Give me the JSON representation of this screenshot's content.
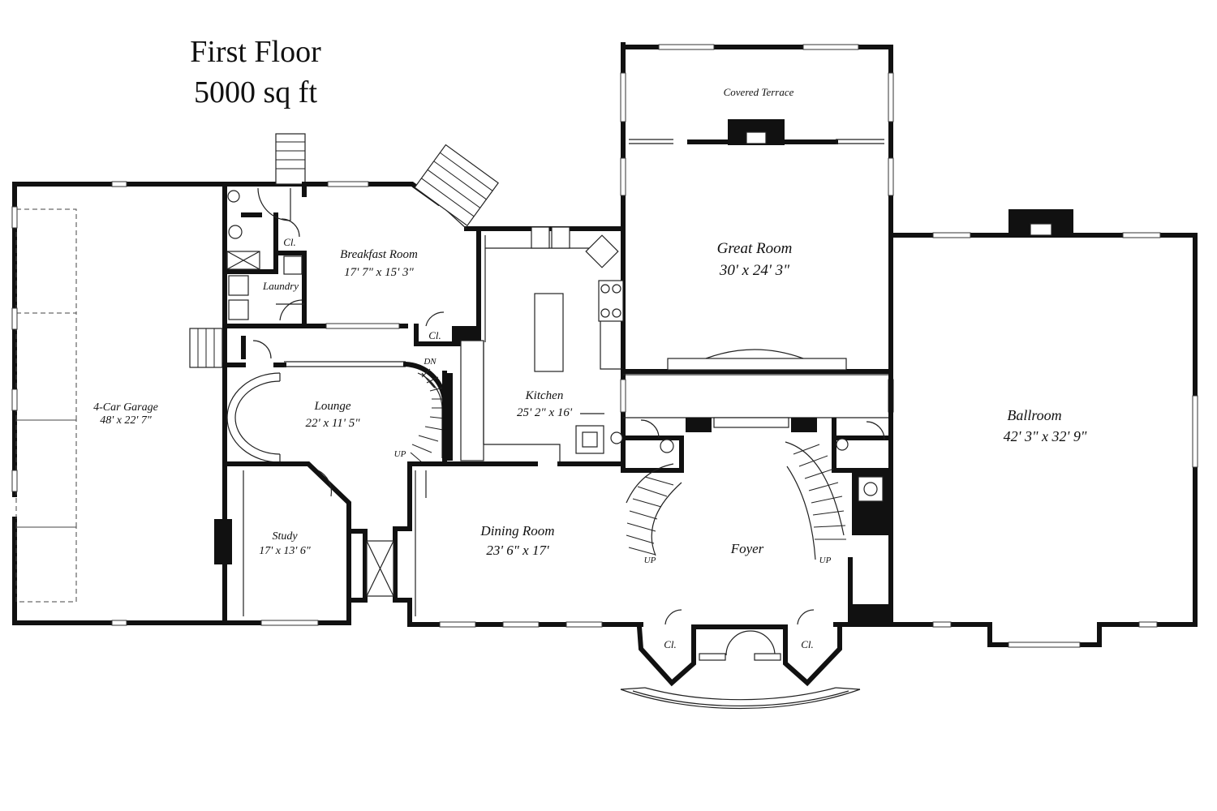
{
  "title": {
    "line1": "First Floor",
    "line2": "5000 sq ft"
  },
  "rooms": {
    "garage": {
      "name": "4-Car Garage",
      "size": "48' x 22' 7\""
    },
    "breakfast": {
      "name": "Breakfast Room",
      "size": "17' 7\" x 15' 3\""
    },
    "closet_laundry": {
      "name": "Cl."
    },
    "laundry": {
      "name": "Laundry"
    },
    "closet_breakfast": {
      "name": "Cl."
    },
    "lounge": {
      "name": "Lounge",
      "size": "22' x 11' 5\""
    },
    "study": {
      "name": "Study",
      "size": "17' x 13' 6\""
    },
    "kitchen": {
      "name": "Kitchen",
      "size": "25' 2\" x 16'"
    },
    "dining": {
      "name": "Dining Room",
      "size": "23' 6\" x 17'"
    },
    "terrace": {
      "name": "Covered Terrace"
    },
    "great": {
      "name": "Great Room",
      "size": "30' x 24' 3\""
    },
    "foyer": {
      "name": "Foyer"
    },
    "ballroom": {
      "name": "Ballroom",
      "size": "42' 3\" x 32' 9\""
    },
    "closet_foyer_left": {
      "name": "Cl."
    },
    "closet_foyer_right": {
      "name": "Cl."
    }
  },
  "stair_labels": {
    "lounge_dn": "DN",
    "lounge_up": "UP",
    "foyer_up_left": "UP",
    "foyer_up_right": "UP"
  }
}
